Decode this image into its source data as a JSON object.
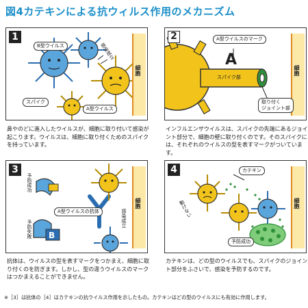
{
  "title": "図4カテキンによる抗ウィルス作用のメカニズム",
  "panels": [
    {
      "number": "1",
      "labels": {
        "b_virus": "B型ウイルス",
        "a_virus": "A型ウイルス",
        "spike": "スパイク",
        "infection": "感染成立",
        "cell": "細胞"
      },
      "caption": "鼻やのどに進入したウイルスが、細胞に取り付いて感染が起こります。ウイルスは、細胞に取り付くためのスパイクを持っています。"
    },
    {
      "number": "2",
      "labels": {
        "a_mark": "A型ウイルスのマーク",
        "letter": "A",
        "spike_part": "スパイク部",
        "joint": "取り付く\nジョイント部",
        "cell": "細胞"
      },
      "caption": "インフルエンザウイルスは、スパイクの先端にあるジョイント部分で、細胞の壁に取り付くのです。そのスパイクには、それぞれのウイルスの型を表すマークがついています。"
    },
    {
      "number": "3",
      "labels": {
        "prevent_ok": "予防成功",
        "antibody": "A型ウイルスの抗体",
        "prevent_fail": "予防失敗",
        "infection": "感染成立",
        "cell": "細胞"
      },
      "caption": "抗体は、ウイルスの型を表すマークをつかまえ、細胞に取り付くのを防ぎます。しかし、型の違うウイルスのマークはつかまえることができません。"
    },
    {
      "number": "4",
      "labels": {
        "catechin": "カテキン",
        "cannot_move": "動けない",
        "prevent_ok": "予防成功",
        "cell": "細胞"
      },
      "caption": "カテキンは、どの型のウイルスでも、スパイクのジョイント部分をふさいで、感染を予防するのです。"
    }
  ],
  "footnote": "※［3］は抗体の［4］はカテキンの抗ウイルス作用を示したもの。カテキンはどの型のウイルスにも有効に作用します。",
  "colors": {
    "title": "#1a8fc9",
    "virus": "#f2c41b",
    "virus_blue": "#5aa5dc",
    "cell": "#fce9a8",
    "cell_edge": "#e08a1e",
    "catechin": "#2f8f3a"
  }
}
